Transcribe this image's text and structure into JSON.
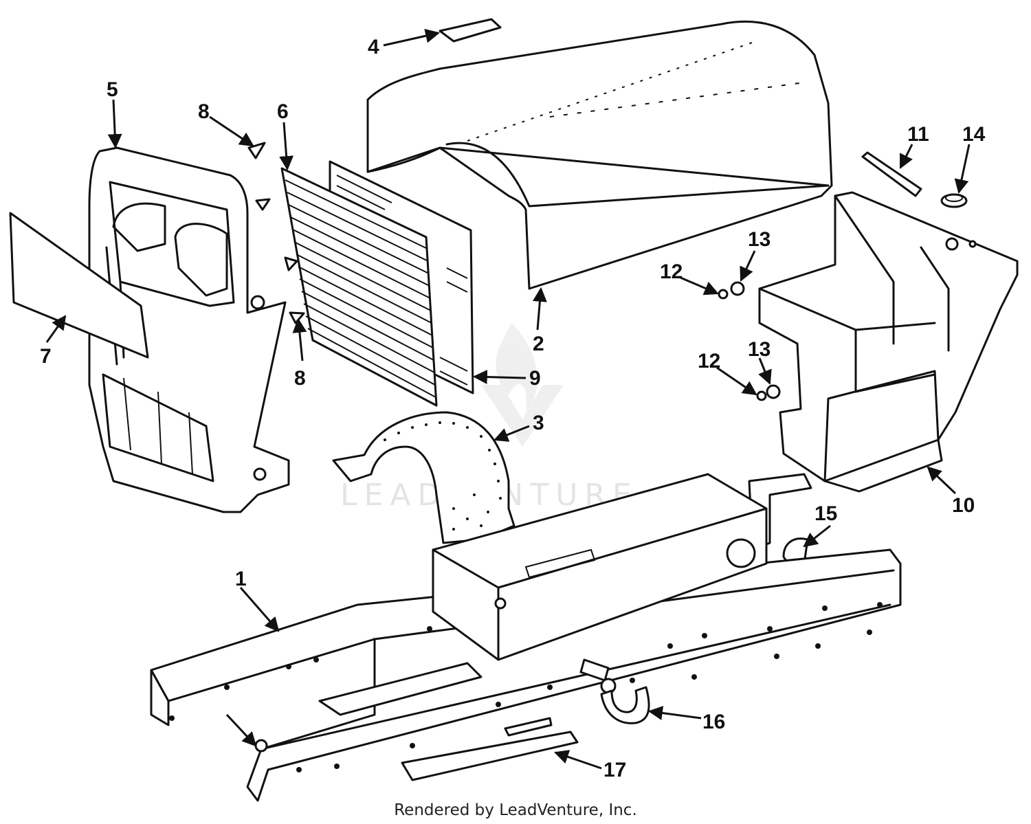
{
  "diagram": {
    "callouts": [
      "1",
      "2",
      "3",
      "4",
      "5",
      "6",
      "7",
      "8",
      "8",
      "9",
      "10",
      "11",
      "12",
      "12",
      "13",
      "13",
      "14",
      "15",
      "16",
      "17"
    ],
    "watermark": "LEADVENTURE",
    "footer": "Rendered by LeadVenture, Inc."
  }
}
